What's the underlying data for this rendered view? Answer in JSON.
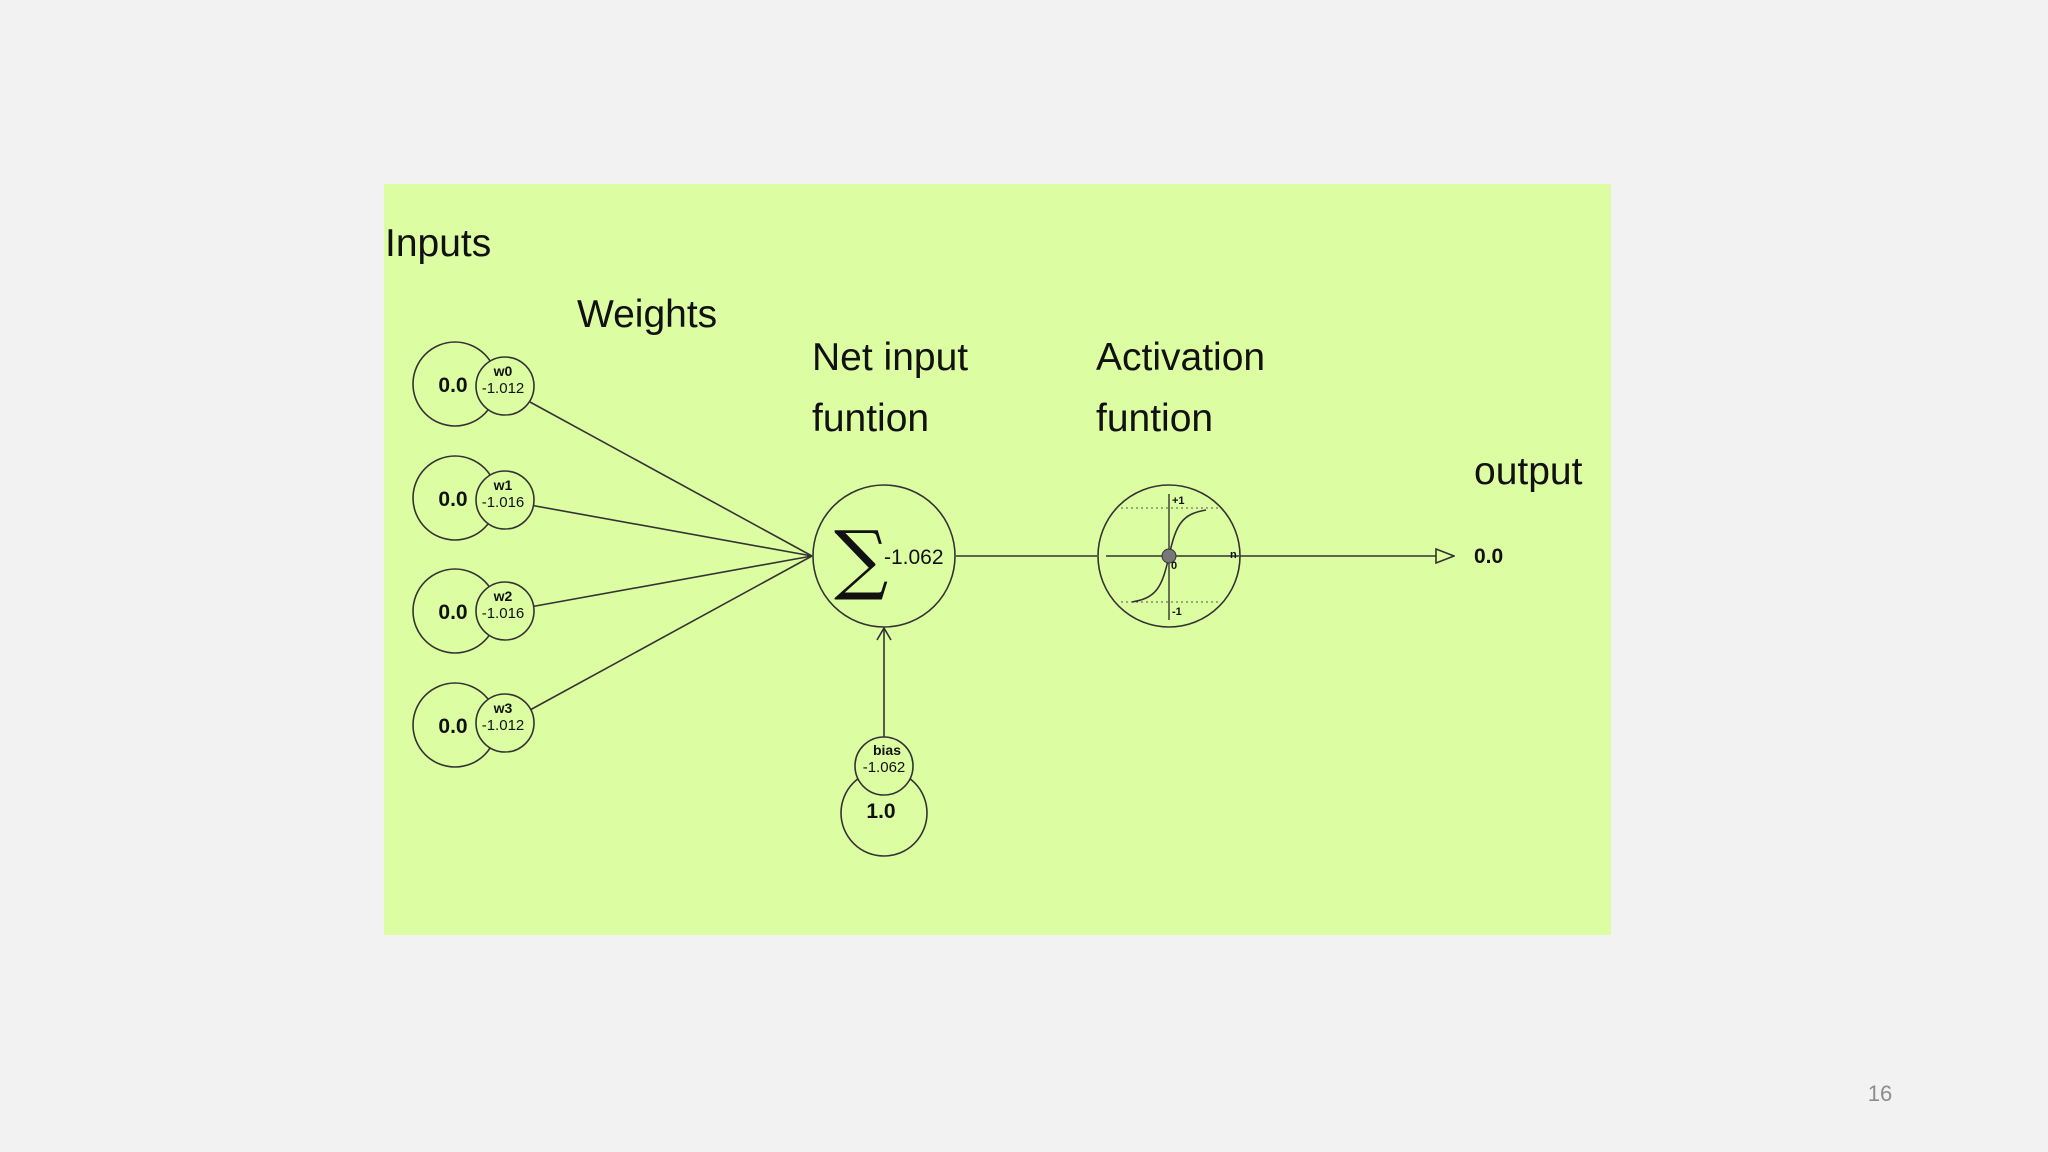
{
  "diagram": {
    "background_color": "#ddfda2",
    "line_color": "#333333",
    "labels": {
      "inputs": "Inputs",
      "weights": "Weights",
      "net_input_line1": "Net input",
      "net_input_line2": "funtion",
      "activation_line1": "Activation",
      "activation_line2": "funtion",
      "output": "output"
    },
    "inputs": [
      {
        "value": "0.0",
        "weight_name": "w0",
        "weight_value": "-1.012"
      },
      {
        "value": "0.0",
        "weight_name": "w1",
        "weight_value": "-1.016"
      },
      {
        "value": "0.0",
        "weight_name": "w2",
        "weight_value": "-1.016"
      },
      {
        "value": "0.0",
        "weight_name": "w3",
        "weight_value": "-1.012"
      }
    ],
    "net_input": {
      "symbol": "∑",
      "value": "-1.062"
    },
    "bias": {
      "name": "bias",
      "weight_value": "-1.062",
      "value": "1.0"
    },
    "activation": {
      "plus_label": "+1",
      "zero_label": "0",
      "minus_label": "-1",
      "axis_label": "n"
    },
    "output_value": "0.0"
  },
  "slide": {
    "page_number": "16"
  }
}
